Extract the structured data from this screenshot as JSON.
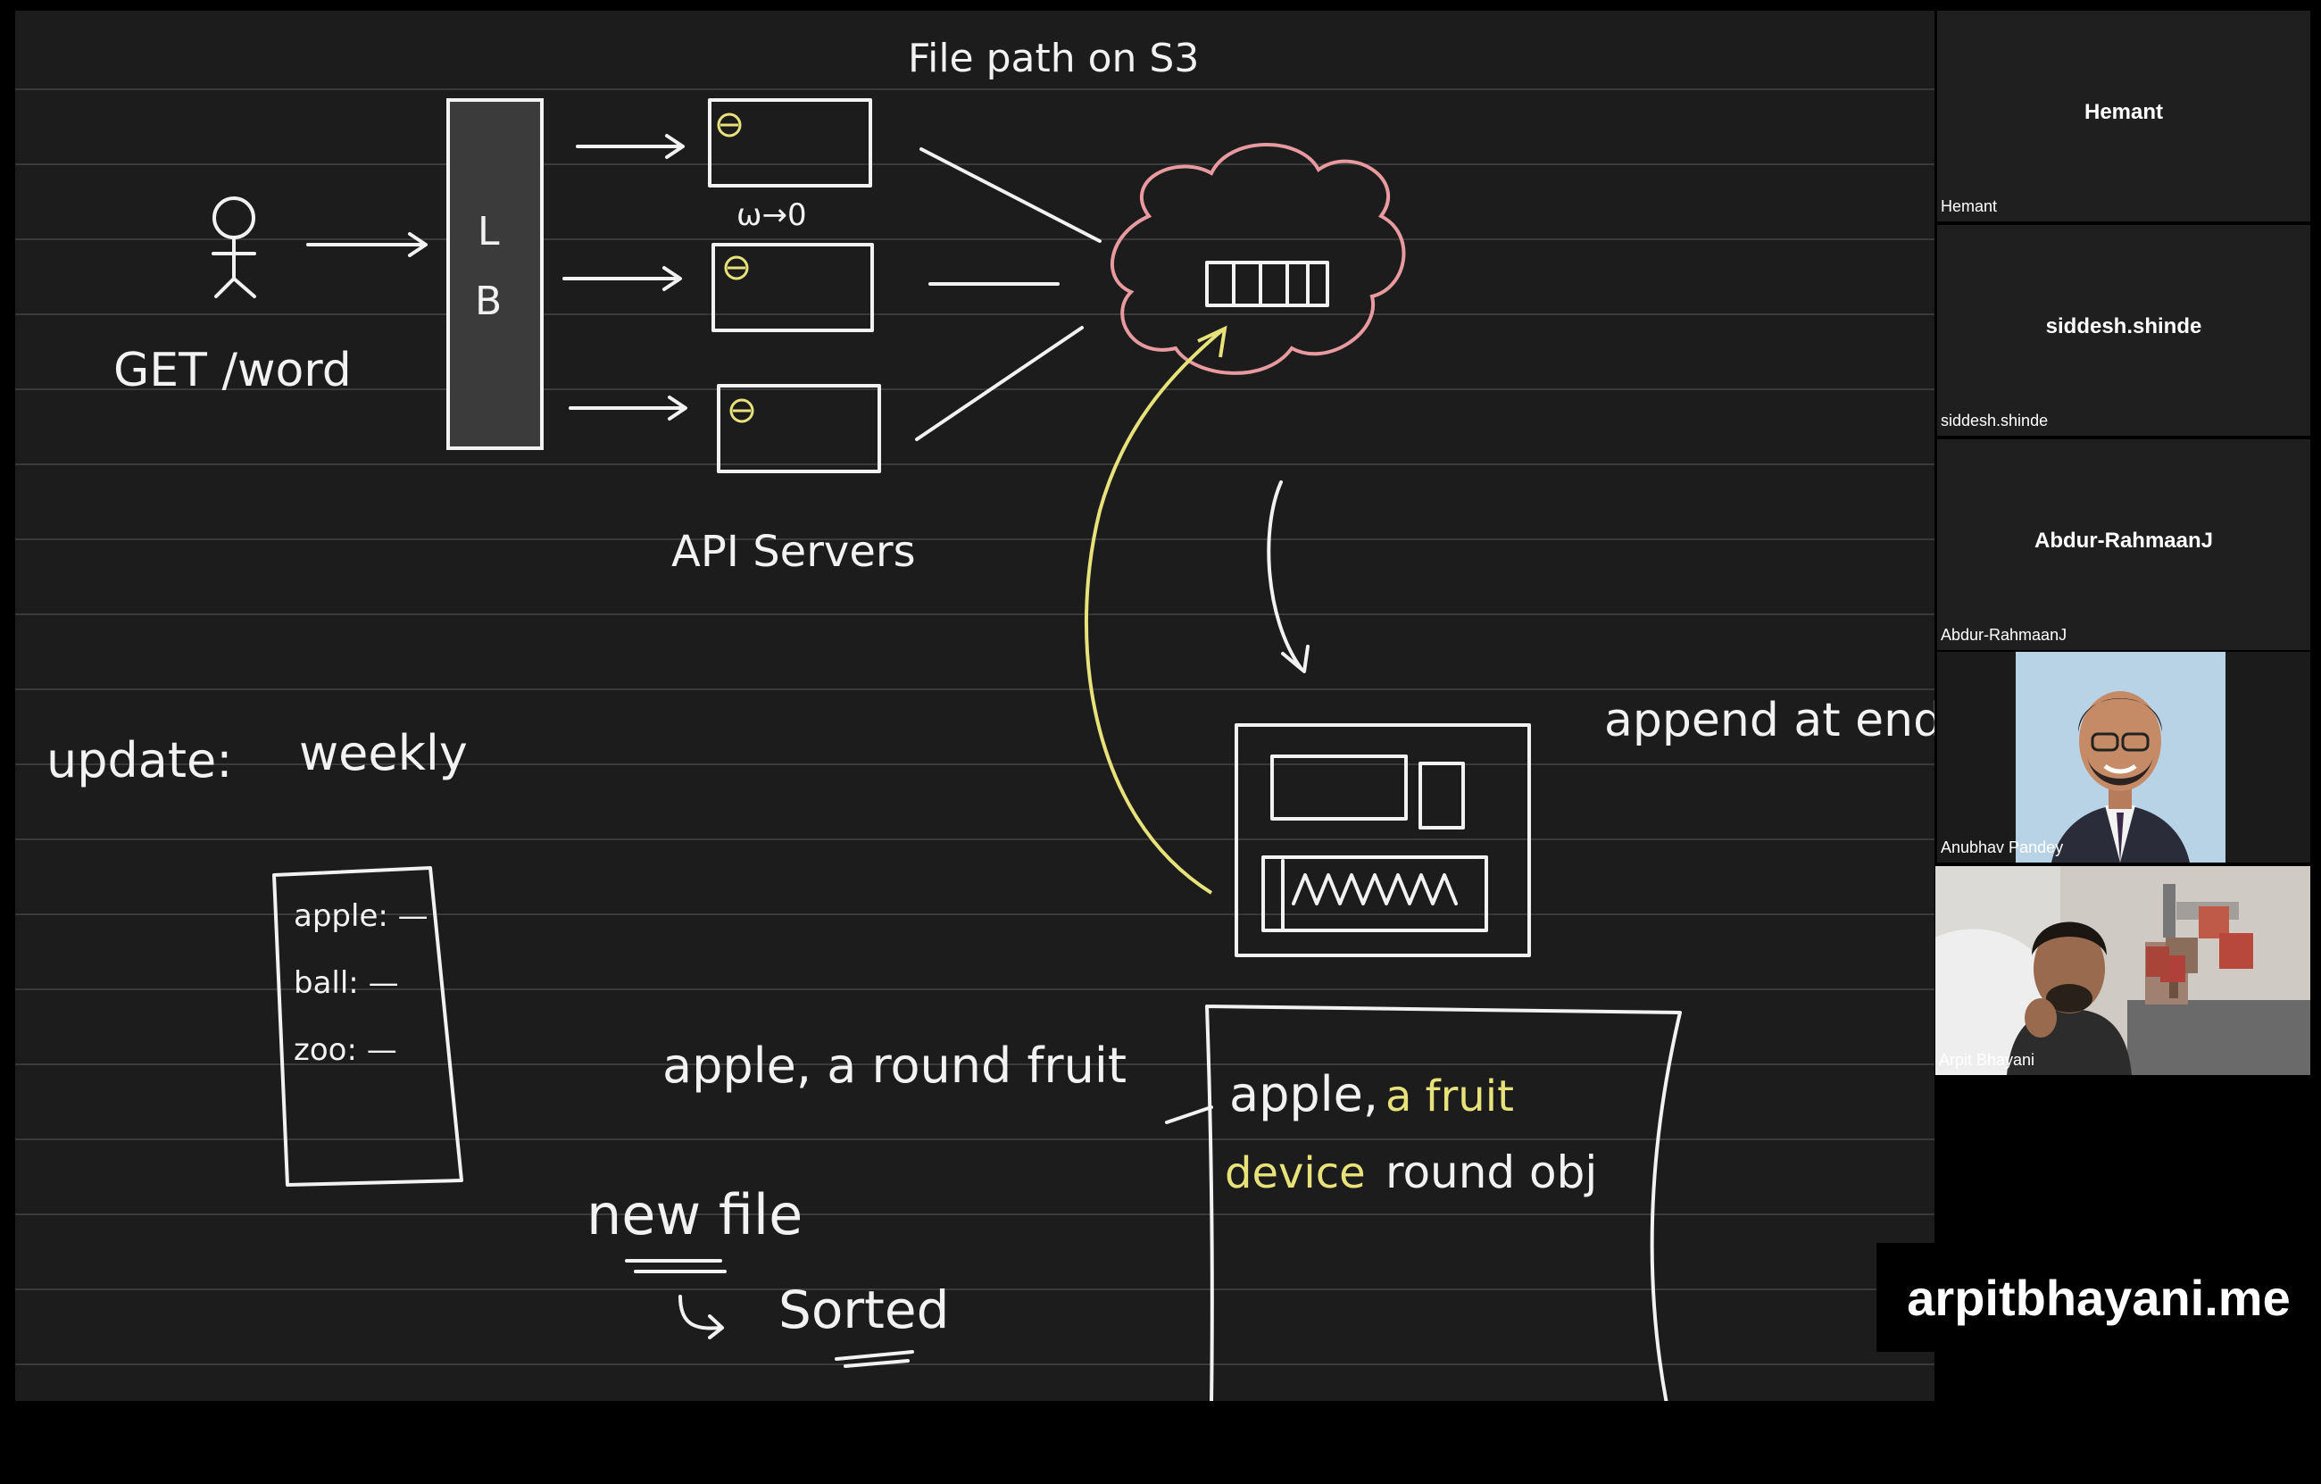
{
  "whiteboard": {
    "title": "File path on S3",
    "get_word": "GET /word",
    "lb_letter_1": "L",
    "lb_letter_2": "B",
    "cache_note": "ω→0",
    "api_servers": "API Servers",
    "update_label": "update:",
    "update_value": "weekly",
    "sidebar_words": [
      "apple: —",
      "ball: —",
      "zoo: —"
    ],
    "append_note": "append at end",
    "apple_line": "apple, a round fruit",
    "new_file": "new file",
    "sorted": "Sorted",
    "doc_line1_white": "apple,",
    "doc_line1_yellow": "a fruit",
    "doc_line2_yellow": "device",
    "doc_line2_white": "round obj",
    "colors": {
      "ink": "#f2f2f2",
      "yellow": "#e8e27a",
      "pink": "#e89aa0",
      "board": "#1c1c1c"
    }
  },
  "participants": [
    {
      "name": "Hemant",
      "label": "Hemant"
    },
    {
      "name": "siddesh.shinde",
      "label": "siddesh.shinde"
    },
    {
      "name": "Abdur-RahmaanJ",
      "label": "Abdur-RahmaanJ"
    },
    {
      "name": "",
      "label": "Anubhav Pandey"
    },
    {
      "name": "",
      "label": "Arpit Bhayani"
    }
  ],
  "brand": "arpitbhayani.me"
}
